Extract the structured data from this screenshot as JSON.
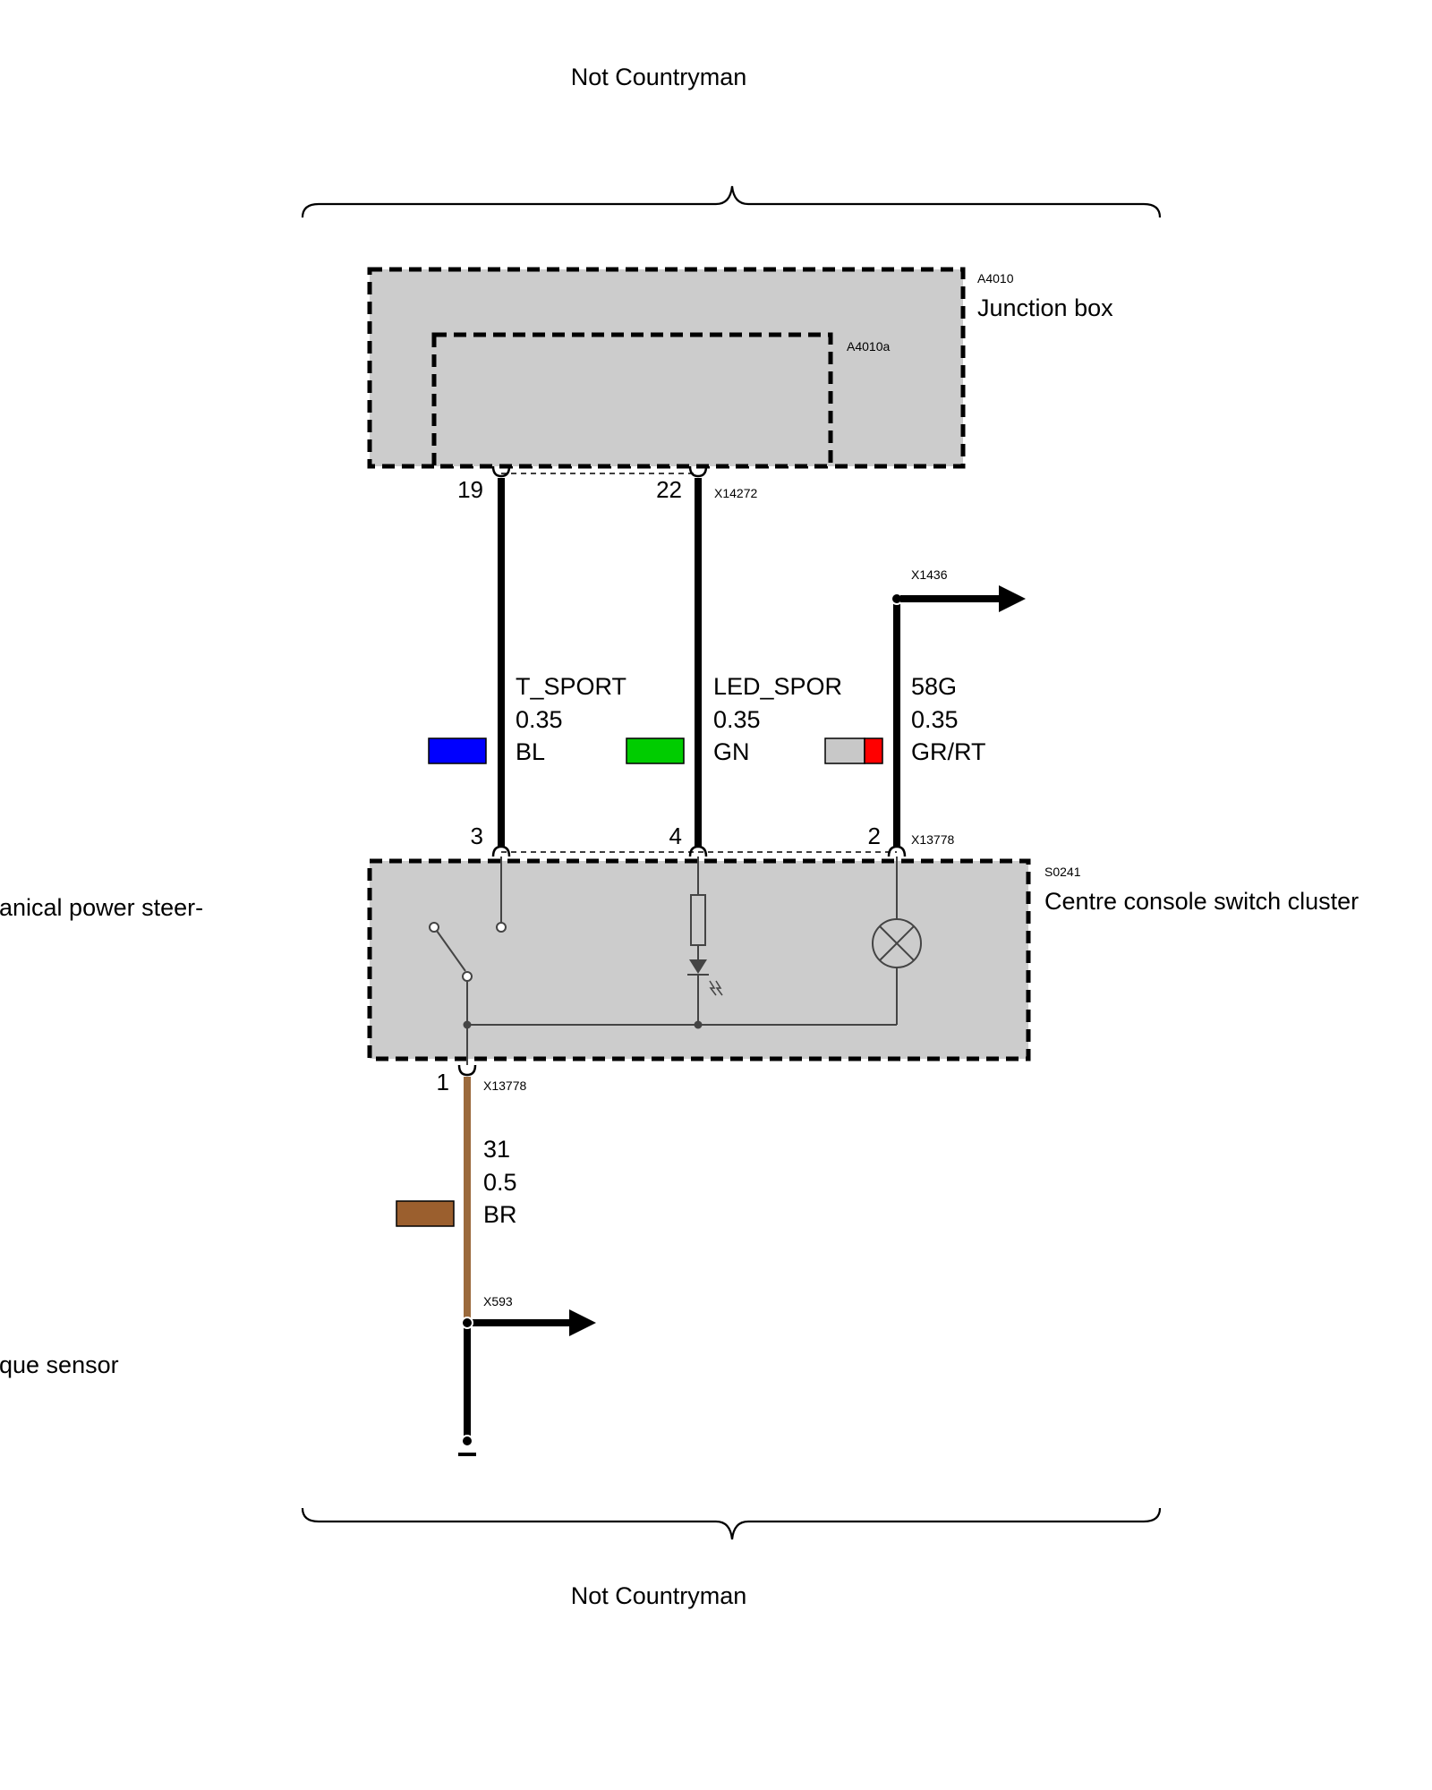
{
  "groups": {
    "top_label": "Not Countryman",
    "bottom_label": "Not Countryman"
  },
  "components": {
    "junction_box": {
      "code": "A4010",
      "name": "Junction box"
    },
    "junction_box_inner": {
      "code": "A4010a"
    },
    "switch_cluster": {
      "code": "S0241",
      "name": "Centre console switch cluster"
    },
    "left_cut_1": "anical power steer-",
    "left_cut_2": "que sensor"
  },
  "connectors": {
    "junction": "X14272",
    "switch_top": "X13778",
    "switch_bottom": "X13778",
    "right_out": "X1436",
    "ground": "X593"
  },
  "pins": {
    "j19": "19",
    "j22": "22",
    "s3": "3",
    "s4": "4",
    "s2": "2",
    "s1": "1"
  },
  "wires": {
    "t_sport": {
      "signal": "T_SPORT",
      "size": "0.35",
      "color_code": "BL",
      "swatch": [
        "#0000ff"
      ]
    },
    "led_spor": {
      "signal": "LED_SPOR",
      "size": "0.35",
      "color_code": "GN",
      "swatch": [
        "#00cc00"
      ]
    },
    "w58g": {
      "signal": "58G",
      "size": "0.35",
      "color_code": "GR/RT",
      "swatch": [
        "#c8c8c8",
        "#ff0000"
      ]
    },
    "w31": {
      "signal": "31",
      "size": "0.5",
      "color_code": "BR",
      "swatch": [
        "#9b5f2e"
      ]
    }
  },
  "colors": {
    "brown_wire": "#9b6a3c",
    "box_fill": "#cccccc"
  }
}
